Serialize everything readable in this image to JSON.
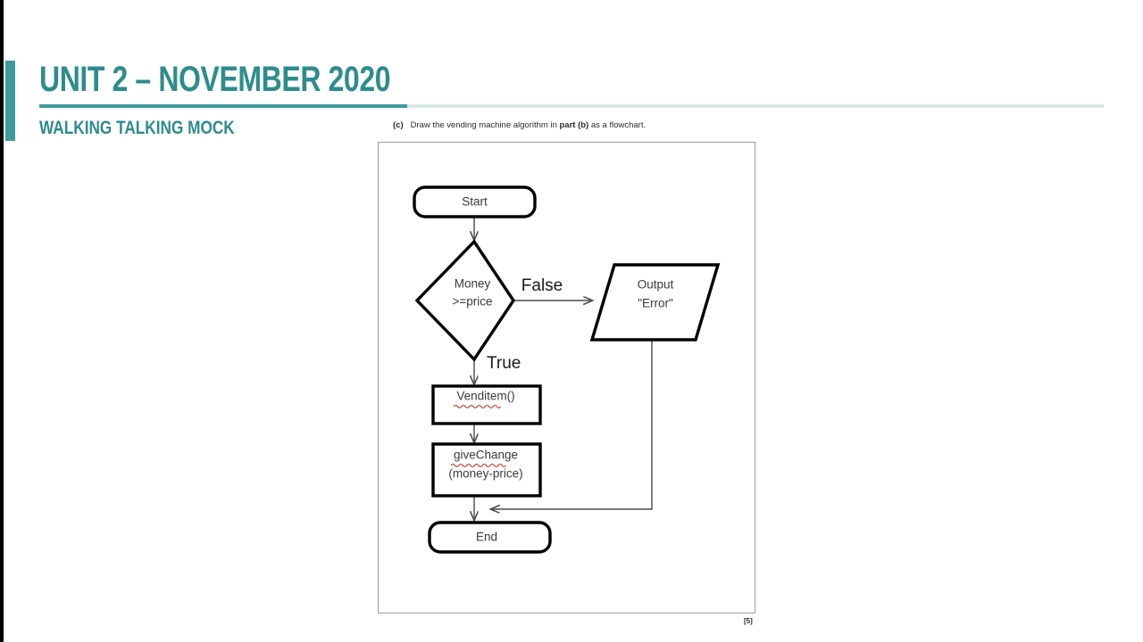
{
  "slide": {
    "title": "Unit 2 – November 2020",
    "subtitle": "Walking Talking Mock",
    "accent_color": "#3E9B9B",
    "rule_light_color": "#D6E8E6"
  },
  "question": {
    "label": "(c)",
    "text_before": "Draw the vending machine algorithm in",
    "bold_ref": "part (b)",
    "text_after": "as a flowchart.",
    "marks": "[5]"
  },
  "flowchart": {
    "nodes": [
      {
        "id": "start",
        "type": "terminator",
        "label": "Start"
      },
      {
        "id": "decision",
        "type": "decision",
        "label_line1": "Money",
        "label_line2": ">=price"
      },
      {
        "id": "output",
        "type": "input-output",
        "label_line1": "Output",
        "label_line2": "\"Error\""
      },
      {
        "id": "venditem",
        "type": "process",
        "label": "Venditem()",
        "spellcheck_underline": true
      },
      {
        "id": "givechange",
        "type": "process",
        "label_line1": "giveChange",
        "label_line2": "(money-price)",
        "spellcheck_underline": true
      },
      {
        "id": "end",
        "type": "terminator",
        "label": "End"
      }
    ],
    "edges": [
      {
        "from": "start",
        "to": "decision",
        "label": ""
      },
      {
        "from": "decision",
        "to": "output",
        "label": "False"
      },
      {
        "from": "decision",
        "to": "venditem",
        "label": "True"
      },
      {
        "from": "venditem",
        "to": "givechange",
        "label": ""
      },
      {
        "from": "givechange",
        "to": "end",
        "label": ""
      },
      {
        "from": "output",
        "to": "end",
        "label": ""
      }
    ]
  }
}
